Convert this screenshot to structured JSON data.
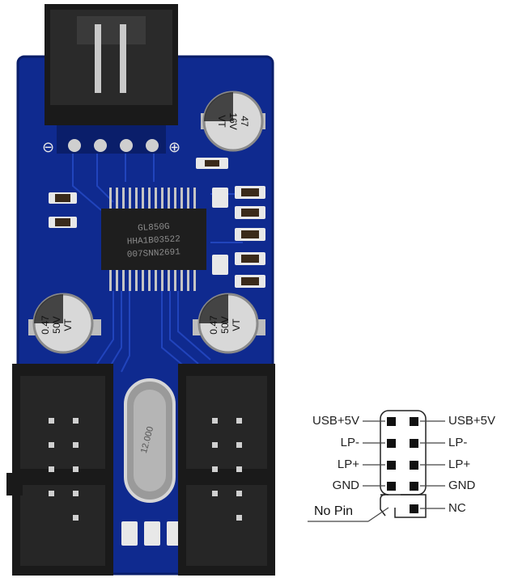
{
  "colors": {
    "pcb": "#0f2a8f",
    "pcb_dark": "#0a1e6a",
    "trace": "#2447c4",
    "connector": "#1a1a1a",
    "silk": "#e8e8e8",
    "pad": "#cfcfcf"
  },
  "fan_header": {
    "polarity_minus": "⊖",
    "polarity_plus": "⊕"
  },
  "capacitors": [
    {
      "lines": [
        "47",
        "16V",
        "VT"
      ]
    },
    {
      "lines": [
        "0.47",
        "50V",
        "VT"
      ]
    },
    {
      "lines": [
        "0.47",
        "50V",
        "VT"
      ]
    }
  ],
  "chip": {
    "lines": [
      "GL850G",
      "HHA1B03522",
      "007SNN2691"
    ]
  },
  "crystal": {
    "text": "12.000"
  },
  "pinout": {
    "rows": [
      {
        "left": "USB+5V",
        "right": "USB+5V"
      },
      {
        "left": "LP-",
        "right": "LP-"
      },
      {
        "left": "LP+",
        "right": "LP+"
      },
      {
        "left": "GND",
        "right": "GND"
      },
      {
        "left": "",
        "right": "NC"
      }
    ],
    "no_pin_label": "No Pin"
  }
}
